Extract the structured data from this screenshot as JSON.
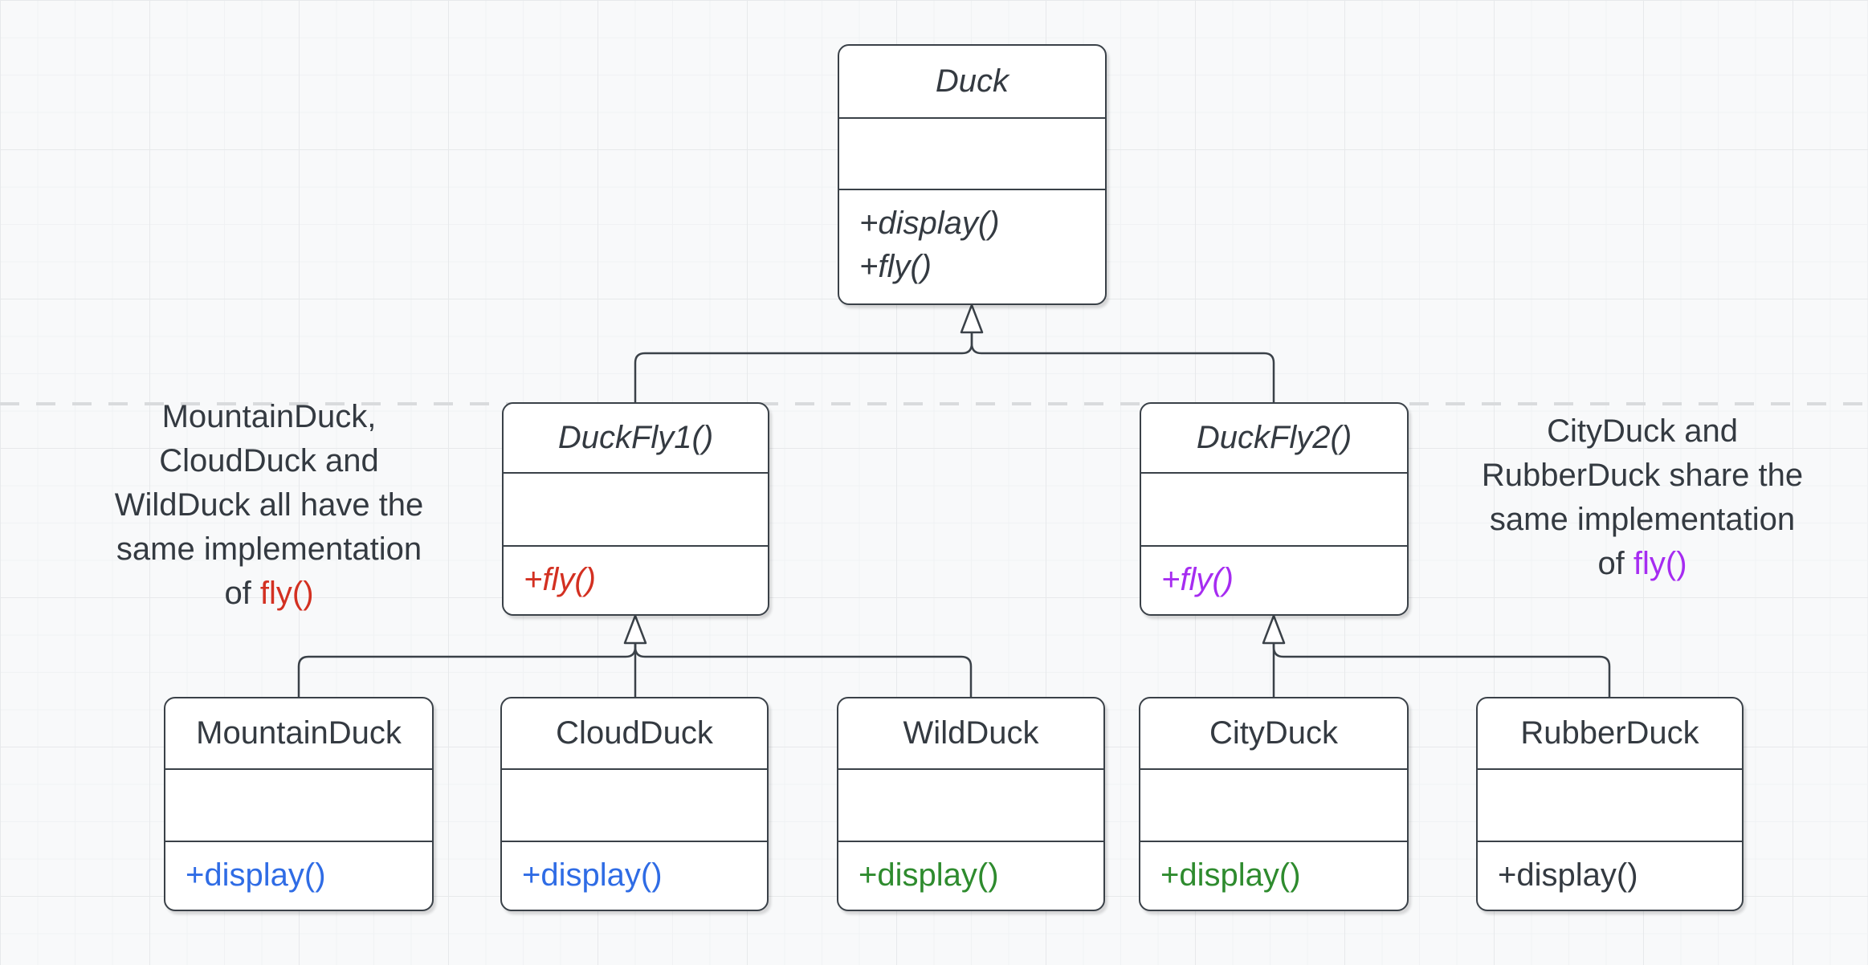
{
  "colors": {
    "background": "#f8f9fa",
    "grid_minor": "#f0f2f4",
    "grid_major": "#e7e9eb",
    "stroke": "#3a4148",
    "text": "#343a41",
    "dashed_line": "#d9dbdd",
    "red": "#d33021",
    "purple": "#a62cf1",
    "blue": "#2f6ce5",
    "green": "#2e8b2e",
    "black_method": "#343a41"
  },
  "classes": [
    {
      "name": "Duck",
      "abstract": true,
      "methods": [
        {
          "text": "+display()",
          "color": "#343a41"
        },
        {
          "text": "+fly()",
          "color": "#343a41"
        }
      ]
    },
    {
      "name": "DuckFly1()",
      "abstract": true,
      "methods": [
        {
          "text": "+fly()",
          "color": "#d33021"
        }
      ]
    },
    {
      "name": "DuckFly2()",
      "abstract": true,
      "methods": [
        {
          "text": "+fly()",
          "color": "#a62cf1"
        }
      ]
    },
    {
      "name": "MountainDuck",
      "abstract": false,
      "methods": [
        {
          "text": "+display()",
          "color": "#2f6ce5"
        }
      ]
    },
    {
      "name": "CloudDuck",
      "abstract": false,
      "methods": [
        {
          "text": "+display()",
          "color": "#2f6ce5"
        }
      ]
    },
    {
      "name": "WildDuck",
      "abstract": false,
      "methods": [
        {
          "text": "+display()",
          "color": "#2e8b2e"
        }
      ]
    },
    {
      "name": "CityDuck",
      "abstract": false,
      "methods": [
        {
          "text": "+display()",
          "color": "#2e8b2e"
        }
      ]
    },
    {
      "name": "RubberDuck",
      "abstract": false,
      "methods": [
        {
          "text": "+display()",
          "color": "#343a41"
        }
      ]
    }
  ],
  "annotations": {
    "left": {
      "lines": [
        "MountainDuck,",
        "CloudDuck and",
        "WildDuck all have the",
        "same implementation"
      ],
      "last_prefix": "of ",
      "highlight": "fly()",
      "highlight_color": "#d33021"
    },
    "right": {
      "lines": [
        "CityDuck and",
        "RubberDuck share the",
        "same implementation"
      ],
      "last_prefix": "of ",
      "highlight": "fly()",
      "highlight_color": "#a62cf1"
    }
  }
}
